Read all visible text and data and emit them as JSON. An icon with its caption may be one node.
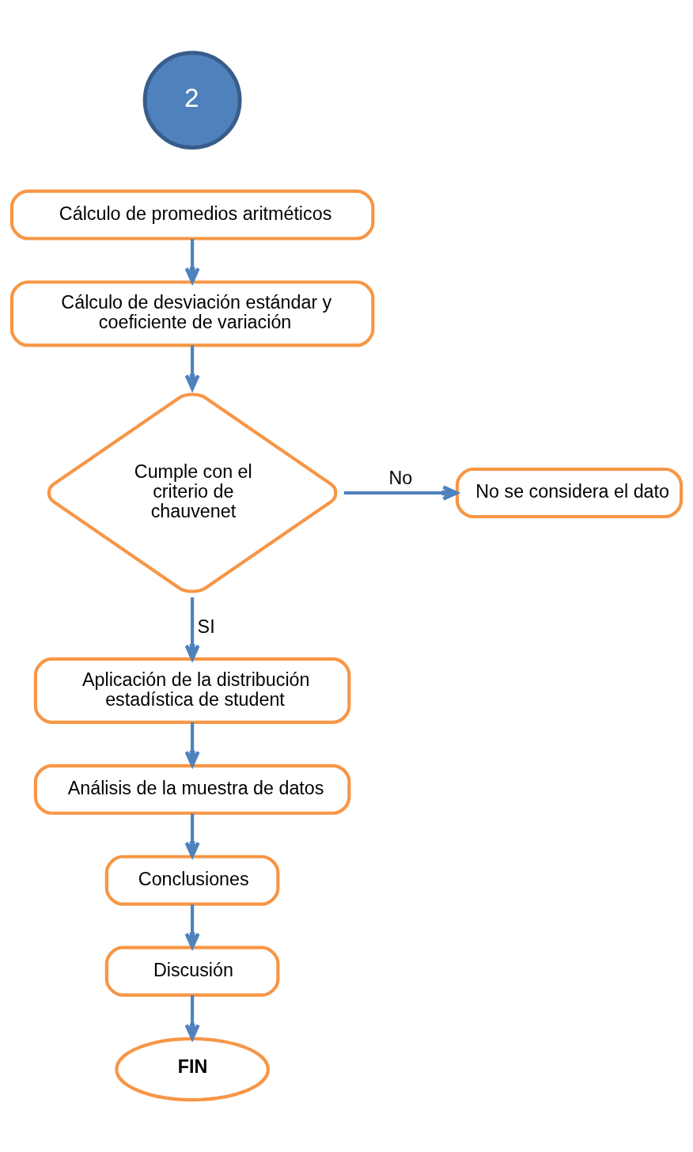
{
  "diagram": {
    "nodes": [
      {
        "text": [
          "2"
        ]
      },
      {
        "text": [
          "Cálculo de promedios aritméticos"
        ]
      },
      {
        "text": [
          "Cálculo de desviación estándar y coeficiente de variación"
        ]
      },
      {
        "text": [
          "Cumple con el criterio de chauvenet"
        ]
      },
      {
        "text": [
          "No se considera el dato"
        ]
      },
      {
        "text": [
          "Aplicación de la distribución estadística de student"
        ]
      },
      {
        "text": [
          "Análisis de la muestra de datos"
        ]
      },
      {
        "text": [
          "Conclusiones"
        ]
      },
      {
        "text": [
          "Discusión"
        ]
      },
      {
        "text": [
          "FIN"
        ]
      }
    ],
    "edges": [
      {
        "from": 1,
        "to": 2,
        "arrow": "to"
      },
      {
        "from": 2,
        "to": 3,
        "arrow": "to"
      },
      {
        "from": 3,
        "to": 4,
        "arrow": "to",
        "label": "No"
      },
      {
        "from": 3,
        "to": 5,
        "arrow": "to",
        "label": "SI"
      },
      {
        "from": 5,
        "to": 6,
        "arrow": "to"
      },
      {
        "from": 6,
        "to": 7,
        "arrow": "to"
      },
      {
        "from": 7,
        "to": 8,
        "arrow": "to"
      },
      {
        "from": 8,
        "to": 9,
        "arrow": "to"
      }
    ]
  }
}
